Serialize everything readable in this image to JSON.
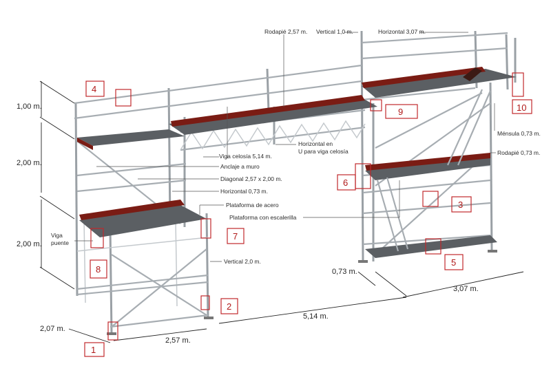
{
  "callouts": [
    {
      "id": "rodapie_257",
      "text": "Rodapié 2,57 m."
    },
    {
      "id": "vertical_10",
      "text": "Vertical 1,0 m."
    },
    {
      "id": "horizontal_307",
      "text": "Horizontal 3,07 m."
    },
    {
      "id": "viga_celosia",
      "text": "Viga celosía 5,14 m."
    },
    {
      "id": "horizontal_u_1",
      "text": "Horizontal en"
    },
    {
      "id": "horizontal_u_2",
      "text": "U para viga celosía"
    },
    {
      "id": "anclaje",
      "text": "Anclaje a muro"
    },
    {
      "id": "diagonal",
      "text": "Diagonal 2,57 x 2,00 m."
    },
    {
      "id": "horizontal_073",
      "text": "Horizontal 0,73 m."
    },
    {
      "id": "plataforma_acero",
      "text": "Plataforma de acero"
    },
    {
      "id": "plataforma_escalerilla",
      "text": "Plataforma con escalerilla"
    },
    {
      "id": "viga_puente_1",
      "text": "Viga"
    },
    {
      "id": "viga_puente_2",
      "text": "puente"
    },
    {
      "id": "vertical_20",
      "text": "Vertical 2,0 m."
    },
    {
      "id": "mensula",
      "text": "Ménsula  0,73 m."
    },
    {
      "id": "rodapie_073",
      "text": "Rodapié 0,73 m."
    }
  ],
  "dimensions": [
    {
      "id": "h_100",
      "text": "1,00 m."
    },
    {
      "id": "h_200_upper",
      "text": "2,00 m."
    },
    {
      "id": "h_200_lower",
      "text": "2,00 m."
    },
    {
      "id": "w_207",
      "text": "2,07 m."
    },
    {
      "id": "w_257",
      "text": "2,57 m."
    },
    {
      "id": "w_514",
      "text": "5,14 m."
    },
    {
      "id": "w_073",
      "text": "0,73 m."
    },
    {
      "id": "w_307",
      "text": "3,07 m."
    }
  ],
  "markers": [
    "1",
    "2",
    "3",
    "4",
    "5",
    "6",
    "7",
    "8",
    "9",
    "10"
  ],
  "colors": {
    "marker_red": "#c0282c",
    "toe_board": "#7a1c14",
    "deck": "#55595d",
    "steel": "#9aa0a5"
  }
}
